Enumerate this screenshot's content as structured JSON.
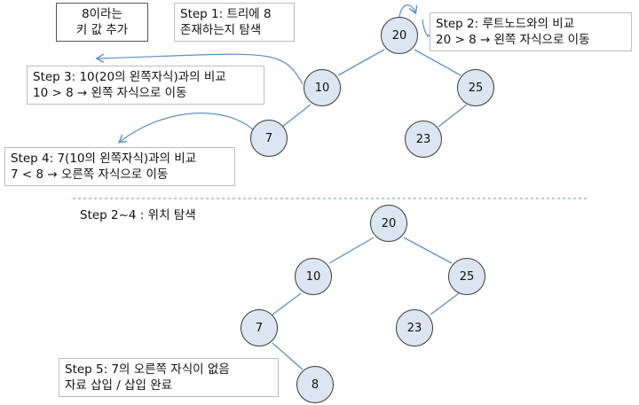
{
  "title_box": {
    "line1": "8이라는",
    "line2": "키 값 추가"
  },
  "steps": {
    "step1": {
      "line1": "Step 1: 트리에 8",
      "line2": "존재하는지 탐색"
    },
    "step2": {
      "line1": "Step 2: 루트노드와의 비교",
      "line2": "20 > 8 → 왼쪽 자식으로 이동"
    },
    "step3": {
      "line1": "Step 3: 10(20의 왼쪽자식)과의 비교",
      "line2": "10 > 8 → 왼쪽 자식으로 이동"
    },
    "step4": {
      "line1": "Step 4: 7(10의 왼쪽자식)과의 비교",
      "line2": "7 < 8 → 오른쪽 자식으로 이동"
    },
    "step24": {
      "line1": "Step 2~4 : 위치 탐색"
    },
    "step5": {
      "line1": "Step 5: 7의 오른쪽 자식이 없음",
      "line2": "자료 삽입 / 삽입 완료"
    }
  },
  "top_tree": {
    "root": "20",
    "left": "10",
    "right": "25",
    "left_left": "7",
    "right_left": "23"
  },
  "bottom_tree": {
    "root": "20",
    "left": "10",
    "right": "25",
    "left_left": "7",
    "right_left": "23",
    "left_left_right": "8"
  },
  "colors": {
    "node_fill": "#dce6f2",
    "arrow": "#5b8fc7",
    "divider": "#5b9bd5"
  }
}
